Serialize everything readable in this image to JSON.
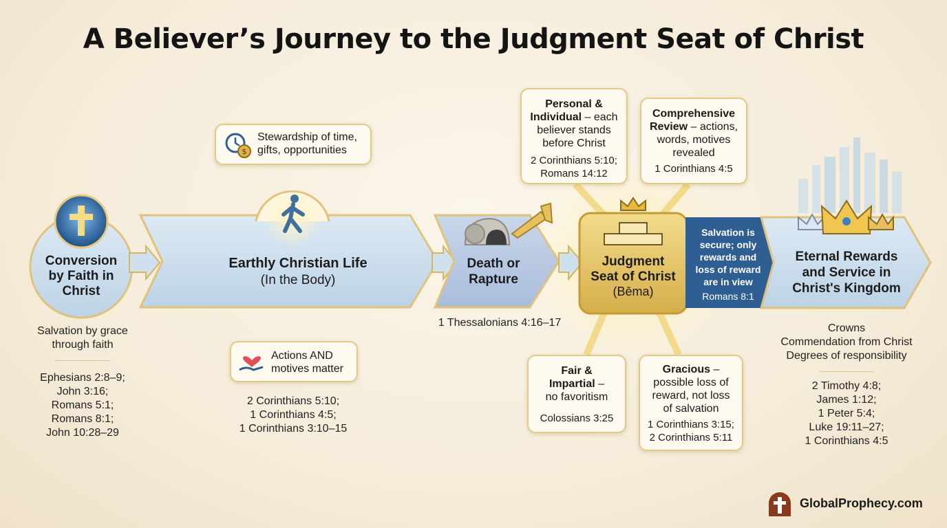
{
  "title": "A Believer’s Journey to the Judgment Seat of Christ",
  "colors": {
    "navy": "#2f5f92",
    "gold": "#d7b24c",
    "paleBlue": "#cfe0ee",
    "accent": "#8a3a1c"
  },
  "conversion": {
    "label_lines": [
      "Conversion",
      "by Faith in",
      "Christ"
    ],
    "caption_lines": [
      "Salvation by grace",
      "through faith"
    ],
    "refs": [
      "Ephesians 2:8–9;",
      "John 3:16;",
      "Romans 5:1;",
      "Romans 8:1;",
      "John 10:28–29"
    ]
  },
  "earthly": {
    "title": "Earthly Christian Life",
    "subtitle": "(In the Body)",
    "top_card_lines": [
      "Stewardship of time,",
      "gifts, opportunities"
    ],
    "bottom_card_lines": [
      "Actions AND",
      "motives matter"
    ],
    "refs": [
      "2 Corinthians 5:10;",
      "1 Corinthians 4:5;",
      "1 Corinthians 3:10–15"
    ]
  },
  "death": {
    "label_lines": [
      "Death or",
      "Rapture"
    ],
    "ref": "1 Thessalonians 4:16–17"
  },
  "judgment": {
    "label_lines": [
      "Judgment",
      "Seat of Christ"
    ],
    "subtitle": "(Bēma)"
  },
  "cards": {
    "personal": {
      "head_lines": [
        "Personal &",
        "Individual"
      ],
      "dash": " – each",
      "body_lines": [
        "believer stands",
        "before Christ"
      ],
      "ref_lines": [
        "2 Corinthians 5:10;",
        "Romans 14:12"
      ]
    },
    "comprehensive": {
      "head_lines": [
        "Comprehensive",
        "Review"
      ],
      "dash": " – actions,",
      "body_lines": [
        "words, motives",
        "revealed"
      ],
      "ref_lines": [
        "1 Corinthians 4:5"
      ]
    },
    "fair": {
      "head_lines": [
        "Fair &",
        "Impartial"
      ],
      "dash": " –",
      "body_lines": [
        "no favoritism"
      ],
      "ref_lines": [
        "Colossians 3:25"
      ]
    },
    "gracious": {
      "head_lines": [
        "Gracious"
      ],
      "dash": " –",
      "body_lines": [
        "possible loss of",
        "reward, not loss",
        "of salvation"
      ],
      "ref_lines": [
        "1 Corinthians 3:15;",
        "2 Corinthians 5:11"
      ]
    }
  },
  "salvation_note": {
    "lines": [
      "Salvation is",
      "secure; only",
      "rewards and",
      "loss of reward",
      "are in view"
    ],
    "ref": "Romans 8:1"
  },
  "eternal": {
    "label_lines": [
      "Eternal Rewards",
      "and Service in",
      "Christ's Kingdom"
    ],
    "caption_lines": [
      "Crowns",
      "Commendation from Christ",
      "Degrees of responsibility"
    ],
    "refs": [
      "2 Timothy 4:8;",
      "James 1:12;",
      "1 Peter 5:4;",
      "Luke 19:11–27;",
      "1 Corinthians 4:5"
    ]
  },
  "brand": {
    "name": "GlobalProphecy.com"
  }
}
